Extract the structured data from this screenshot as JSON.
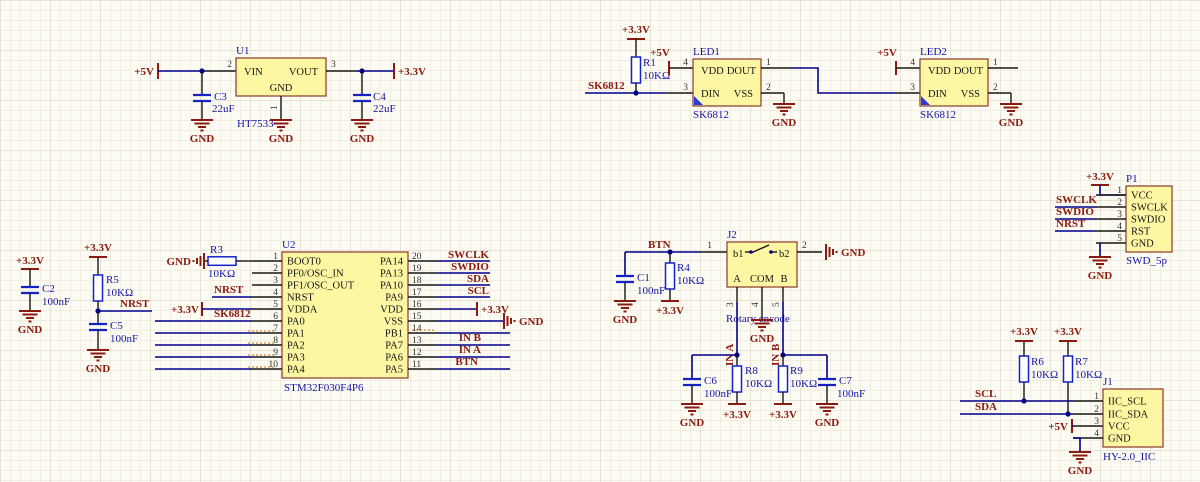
{
  "colors": {
    "background": "#fcfbf4",
    "wire": "#00008b",
    "net_label": "#8b1a10",
    "designator": "#1515a3",
    "component_fill": "#fdf6a3",
    "component_border": "#8a392b",
    "no_erc_mark": "#d98a3c"
  },
  "nets": {
    "v5": "+5V",
    "v33": "+3.3V",
    "gnd": "GND",
    "sk6812": "SK6812",
    "nrst": "NRST",
    "swclk": "SWCLK",
    "swdio": "SWDIO",
    "sda": "SDA",
    "scl": "SCL",
    "btn": "BTN",
    "in_a": "IN A",
    "in_b": "IN B"
  },
  "u1": {
    "ref": "U1",
    "part": "HT7533",
    "vin": "VIN",
    "vout": "VOUT",
    "gnd": "GND",
    "n1": "1",
    "n2": "2",
    "n3": "3"
  },
  "c1": {
    "ref": "C1",
    "val": "100nF"
  },
  "c2": {
    "ref": "C2",
    "val": "100nF"
  },
  "c3": {
    "ref": "C3",
    "val": "22uF"
  },
  "c4": {
    "ref": "C4",
    "val": "22uF"
  },
  "c5": {
    "ref": "C5",
    "val": "100nF"
  },
  "c6": {
    "ref": "C6",
    "val": "100nF"
  },
  "c7": {
    "ref": "C7",
    "val": "100nF"
  },
  "r1": {
    "ref": "R1",
    "val": "10KΩ"
  },
  "r3": {
    "ref": "R3",
    "val": "10KΩ"
  },
  "r4": {
    "ref": "R4",
    "val": "10KΩ"
  },
  "r5": {
    "ref": "R5",
    "val": "10KΩ"
  },
  "r6": {
    "ref": "R6",
    "val": "10KΩ"
  },
  "r7": {
    "ref": "R7",
    "val": "10KΩ"
  },
  "r8": {
    "ref": "R8",
    "val": "10KΩ"
  },
  "r9": {
    "ref": "R9",
    "val": "10KΩ"
  },
  "led1": {
    "ref": "LED1",
    "part": "SK6812"
  },
  "led2": {
    "ref": "LED2",
    "part": "SK6812"
  },
  "ledpin": {
    "vdd": "VDD",
    "dout": "DOUT",
    "din": "DIN",
    "vss": "VSS",
    "n_vdd": "4",
    "n_dout": "1",
    "n_din": "3",
    "n_vss": "2"
  },
  "u2": {
    "ref": "U2",
    "part": "STM32F030F4P6",
    "left": [
      {
        "n": "1",
        "name": "BOOT0"
      },
      {
        "n": "2",
        "name": "PF0/OSC_IN"
      },
      {
        "n": "3",
        "name": "PF1/OSC_OUT"
      },
      {
        "n": "4",
        "name": "NRST"
      },
      {
        "n": "5",
        "name": "VDDA"
      },
      {
        "n": "6",
        "name": "PA0"
      },
      {
        "n": "7",
        "name": "PA1"
      },
      {
        "n": "8",
        "name": "PA2"
      },
      {
        "n": "9",
        "name": "PA3"
      },
      {
        "n": "10",
        "name": "PA4"
      }
    ],
    "right": [
      {
        "n": "20",
        "name": "PA14"
      },
      {
        "n": "19",
        "name": "PA13"
      },
      {
        "n": "18",
        "name": "PA10"
      },
      {
        "n": "17",
        "name": "PA9"
      },
      {
        "n": "16",
        "name": "VDD"
      },
      {
        "n": "15",
        "name": "VSS"
      },
      {
        "n": "14",
        "name": "PB1"
      },
      {
        "n": "13",
        "name": "PA7"
      },
      {
        "n": "12",
        "name": "PA6"
      },
      {
        "n": "11",
        "name": "PA5"
      }
    ]
  },
  "j2": {
    "ref": "J2",
    "part": "Rotary encode",
    "b1": "b1",
    "b2": "b2",
    "a": "A",
    "com": "COM",
    "b": "B",
    "n1": "1",
    "n2": "2",
    "n3": "3",
    "n4": "4",
    "n5": "5"
  },
  "p1": {
    "ref": "P1",
    "part": "SWD_5p",
    "pins": [
      {
        "n": "1",
        "name": "VCC"
      },
      {
        "n": "2",
        "name": "SWCLK"
      },
      {
        "n": "3",
        "name": "SWDIO"
      },
      {
        "n": "4",
        "name": "RST"
      },
      {
        "n": "5",
        "name": "GND"
      }
    ]
  },
  "j1": {
    "ref": "J1",
    "part": "HY-2.0_IIC",
    "pins": [
      {
        "n": "1",
        "name": "IIC_SCL"
      },
      {
        "n": "2",
        "name": "IIC_SDA"
      },
      {
        "n": "3",
        "name": "VCC"
      },
      {
        "n": "4",
        "name": "GND"
      }
    ]
  }
}
